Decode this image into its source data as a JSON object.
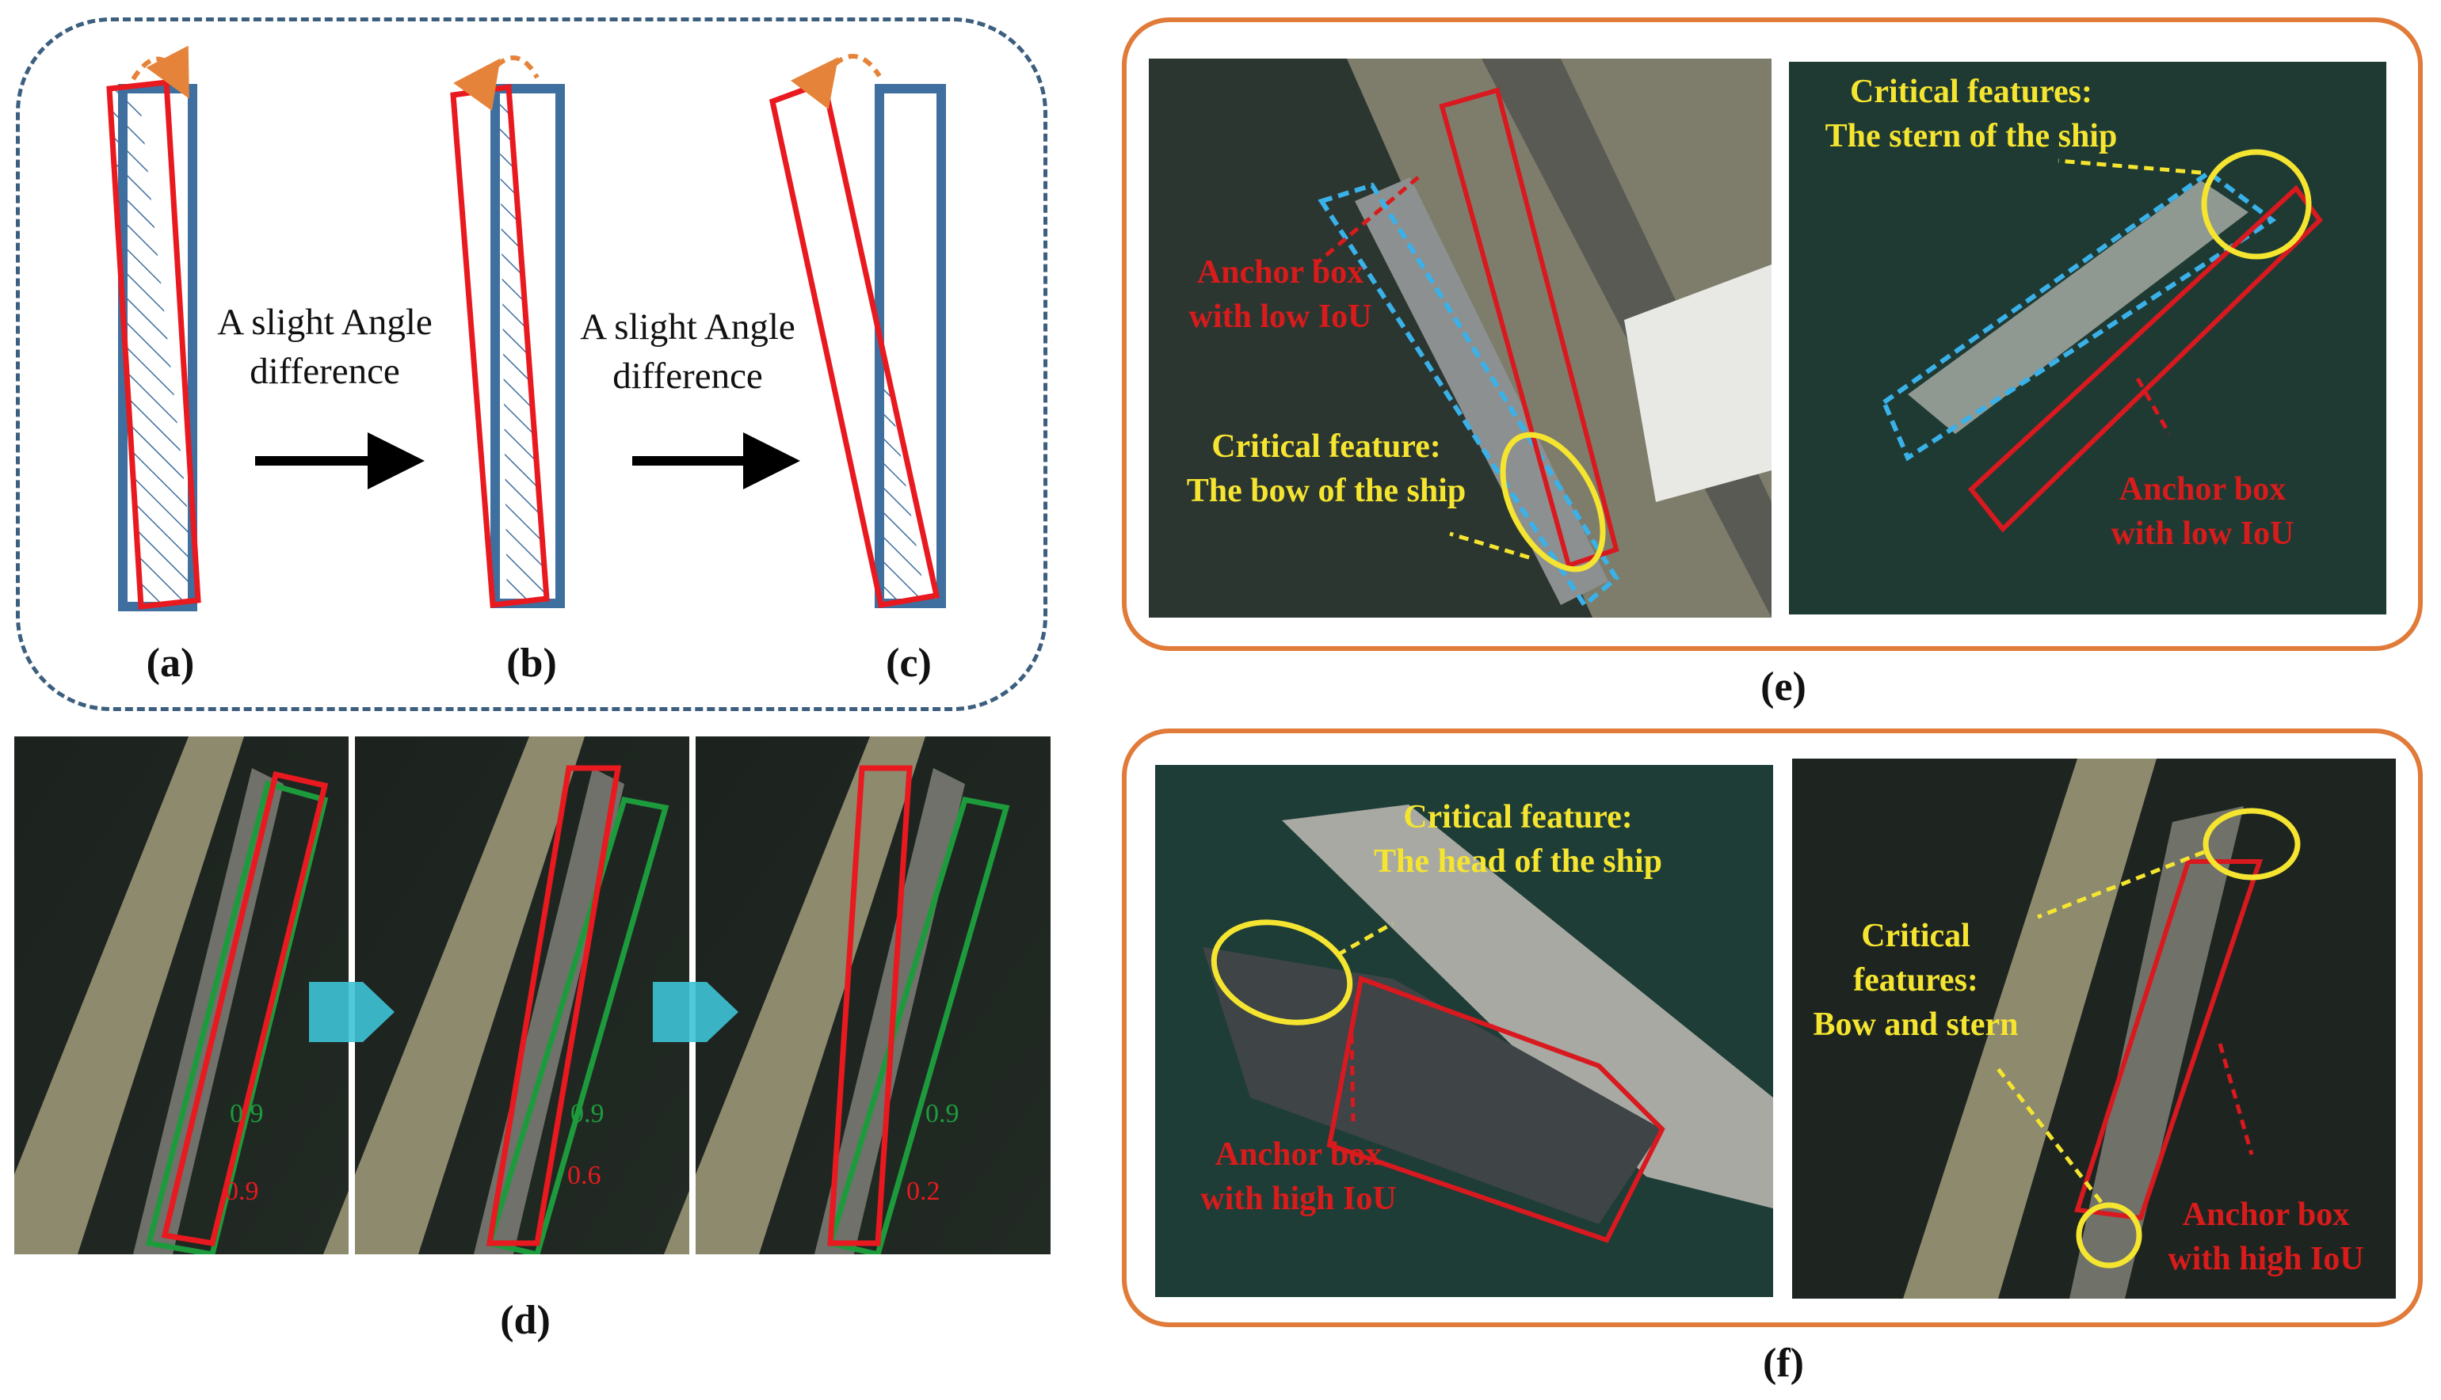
{
  "colors": {
    "red_box": "#e8191f",
    "blue_box": "#3f6f9f",
    "green_box": "#1d9b3c",
    "arrow_orange": "#e6833a",
    "yellow_label": "#f5e530",
    "red_label": "#d81b1b",
    "frame_orange": "#e07b39",
    "frame_dashed": "#3d5f7f",
    "chevron_cyan": "#3dc3d6"
  },
  "panels": {
    "a": "(a)",
    "b": "(b)",
    "c": "(c)",
    "d": "(d)",
    "e": "(e)",
    "f": "(f)"
  },
  "top_left": {
    "caption_1_line1": "A slight Angle",
    "caption_1_line2": "difference",
    "caption_2_line1": "A slight Angle",
    "caption_2_line2": "difference"
  },
  "panel_d": {
    "green_scores": [
      "0.9",
      "0.9",
      "0.9"
    ],
    "red_scores": [
      "0.9",
      "0.6",
      "0.2"
    ]
  },
  "panel_e": {
    "left": {
      "anchor_line1": "Anchor box",
      "anchor_line2": "with low IoU",
      "critical_line1": "Critical feature:",
      "critical_line2": "The bow of the ship"
    },
    "right": {
      "critical_line1": "Critical features:",
      "critical_line2": "The stern of the ship",
      "anchor_line1": "Anchor box",
      "anchor_line2": "with low IoU"
    }
  },
  "panel_f": {
    "left": {
      "critical_line1": "Critical feature:",
      "critical_line2": "The head of the ship",
      "anchor_line1": "Anchor box",
      "anchor_line2": "with high IoU"
    },
    "right": {
      "critical_line1": "Critical",
      "critical_line2": "features:",
      "critical_line3": "Bow and stern",
      "anchor_line1": "Anchor box",
      "anchor_line2": "with high IoU"
    }
  }
}
